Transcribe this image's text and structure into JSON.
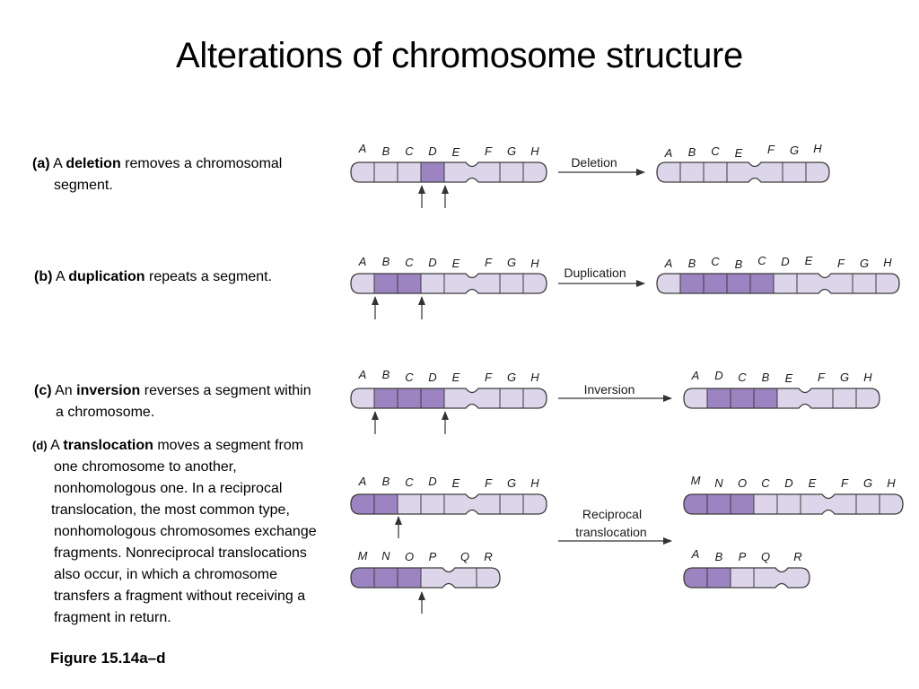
{
  "title": "Alterations of chromosome structure",
  "figure_caption": "Figure 15.14a–d",
  "colors": {
    "light_segment": "#ddd6ea",
    "dark_segment": "#9b84c1",
    "outline": "#3c3c3c"
  },
  "panels": {
    "a": {
      "letter": "(a)",
      "lead": "A",
      "term": "deletion",
      "text": "removes a chromosomal",
      "text2": "segment.",
      "arrow_label": "Deletion",
      "before_genes": [
        "A",
        "B",
        "C",
        "D",
        "E",
        "F",
        "G",
        "H"
      ],
      "after_genes": [
        "A",
        "B",
        "C",
        "E",
        "F",
        "G",
        "H"
      ]
    },
    "b": {
      "letter": "(b)",
      "lead": "A",
      "term": "duplication",
      "text": "repeats a segment.",
      "arrow_label": "Duplication",
      "before_genes": [
        "A",
        "B",
        "C",
        "D",
        "E",
        "F",
        "G",
        "H"
      ],
      "after_genes": [
        "A",
        "B",
        "C",
        "B",
        "C",
        "D",
        "E",
        "F",
        "G",
        "H"
      ]
    },
    "c": {
      "letter": "(c)",
      "lead": "An",
      "term": "inversion",
      "text": "reverses a segment within",
      "text2": "a chromosome.",
      "arrow_label": "Inversion",
      "before_genes": [
        "A",
        "B",
        "C",
        "D",
        "E",
        "F",
        "G",
        "H"
      ],
      "after_genes": [
        "A",
        "D",
        "C",
        "B",
        "E",
        "F",
        "G",
        "H"
      ]
    },
    "d": {
      "letter": "(d)",
      "lead": "A",
      "term": "translocation",
      "text": "moves a segment from",
      "lines": [
        "one chromosome to another,",
        "nonhomologous one. In a reciprocal",
        "translocation, the most common type,",
        "nonhomologous chromosomes exchange",
        "fragments. Nonreciprocal translocations",
        "also occur, in which a chromosome",
        "transfers a fragment without receiving a",
        "fragment in return."
      ],
      "arrow_label_1": "Reciprocal",
      "arrow_label_2": "translocation",
      "before_top_genes": [
        "A",
        "B",
        "C",
        "D",
        "E",
        "F",
        "G",
        "H"
      ],
      "before_bottom_genes": [
        "M",
        "N",
        "O",
        "P",
        "Q",
        "R"
      ],
      "after_top_genes": [
        "M",
        "N",
        "O",
        "C",
        "D",
        "E",
        "F",
        "G",
        "H"
      ],
      "after_bottom_genes": [
        "A",
        "B",
        "P",
        "Q",
        "R"
      ]
    }
  }
}
